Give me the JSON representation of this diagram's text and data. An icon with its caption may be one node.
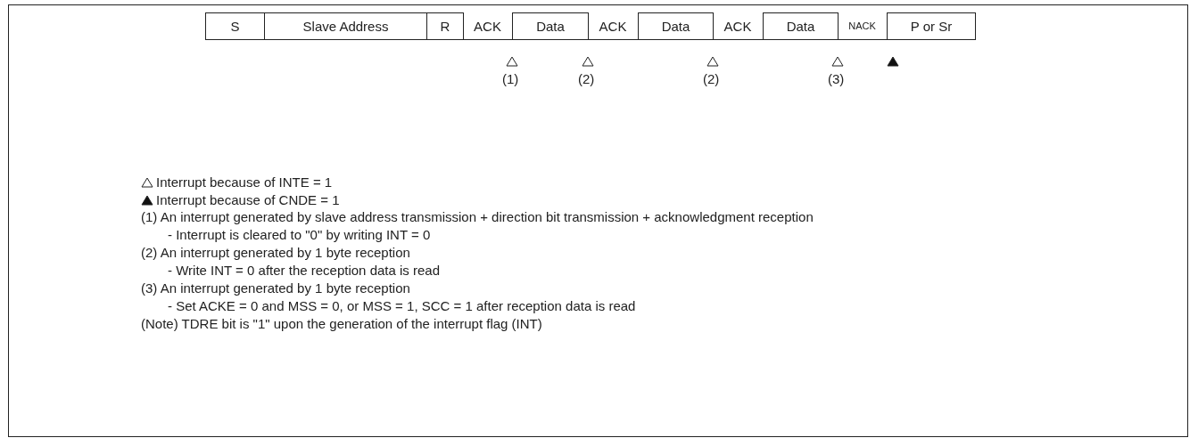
{
  "diagram": {
    "nodes": [
      {
        "text": [
          "S"
        ]
      },
      {
        "text": [
          "Slave Address"
        ]
      },
      {
        "text": [
          "R"
        ]
      },
      {
        "text": [
          "ACK"
        ]
      },
      {
        "text": [
          "Data"
        ]
      },
      {
        "text": [
          "ACK"
        ]
      },
      {
        "text": [
          "Data"
        ]
      },
      {
        "text": [
          "ACK"
        ]
      },
      {
        "text": [
          "Data"
        ]
      },
      {
        "text": [
          "NACK"
        ]
      },
      {
        "text": [
          "P or Sr"
        ]
      }
    ],
    "edges": [],
    "labels": [
      "(1)",
      "(2)",
      "(2)",
      "(3)",
      "(1) An interrupt generated by slave address transmission + direction bit transmission + acknowledgment reception",
      "- Interrupt is cleared to \"0\" by writing INT = 0",
      "(2) An interrupt generated by 1 byte reception",
      "- Write INT = 0 after the reception data is read",
      "(3) An interrupt generated by 1 byte reception",
      "- Set ACKE = 0 and MSS = 0, or MSS = 1, SCC = 1 after reception data is read",
      "(Note) TDRE bit is \"1\" upon the generation of the interrupt flag (INT)"
    ],
    "legend": [
      {
        "text": "Interrupt because of INTE = 1"
      },
      {
        "text": "Interrupt because of CNDE = 1"
      }
    ]
  }
}
